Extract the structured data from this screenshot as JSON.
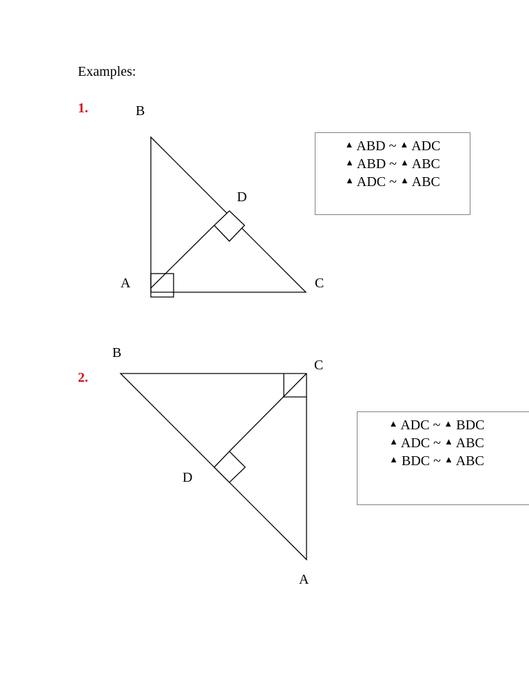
{
  "heading": "Examples:",
  "example1": {
    "number": "1.",
    "labels": {
      "B": "B",
      "D": "D",
      "A": "A",
      "C": "C"
    },
    "similarities": [
      {
        "left": "ABD",
        "sim": "~",
        "right": "ADC"
      },
      {
        "left": "ABD",
        "sim": "~",
        "right": "ABC"
      },
      {
        "left": "ADC",
        "sim": "~",
        "right": "ABC"
      }
    ]
  },
  "example2": {
    "number": "2.",
    "labels": {
      "B": "B",
      "C": "C",
      "D": "D",
      "A": "A"
    },
    "similarities": [
      {
        "left": "ADC",
        "sim": "~",
        "right": "BDC"
      },
      {
        "left": "ADC",
        "sim": "~",
        "right": "ABC"
      },
      {
        "left": "BDC",
        "sim": "~",
        "right": "ABC"
      }
    ]
  },
  "triangle_symbol": "▲",
  "accent_color": "#d0161b"
}
